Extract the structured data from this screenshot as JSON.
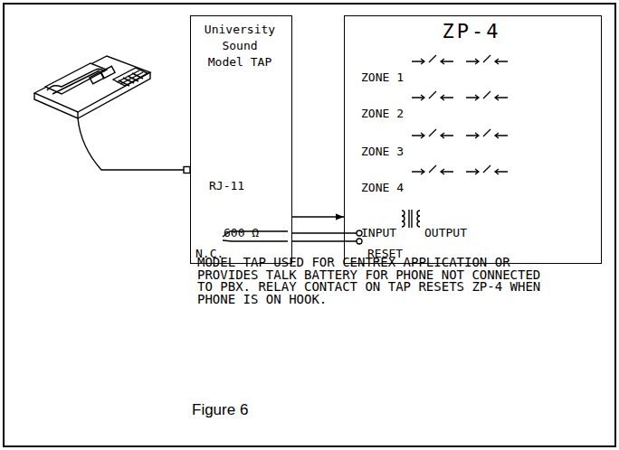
{
  "diagram": {
    "caption": "Figure 6",
    "nodes": [
      {
        "text": [
          "University Sound Model TAP",
          "RJ-11",
          "600 Ω",
          "N.C."
        ]
      },
      {
        "text": [
          "ZP-4",
          "ZONE 1",
          "ZONE 2",
          "ZONE 3",
          "ZONE 4",
          "INPUT",
          "OUTPUT",
          "RESET"
        ]
      }
    ],
    "edges": [
      {
        "from": 0,
        "to": 1,
        "arrow": "to"
      },
      {
        "from": 0,
        "to": 1,
        "arrow": "none"
      },
      {
        "from": 0,
        "to": 1,
        "arrow": "none"
      }
    ],
    "labels": [
      "MODEL TAP USED FOR CENTREX APPLICATION OR PROVIDES TALK BATTERY FOR PHONE NOT CONNECTED TO PBX. RELAY CONTACT ON TAP RESETS ZP-4 WHEN PHONE IS ON HOOK."
    ]
  }
}
